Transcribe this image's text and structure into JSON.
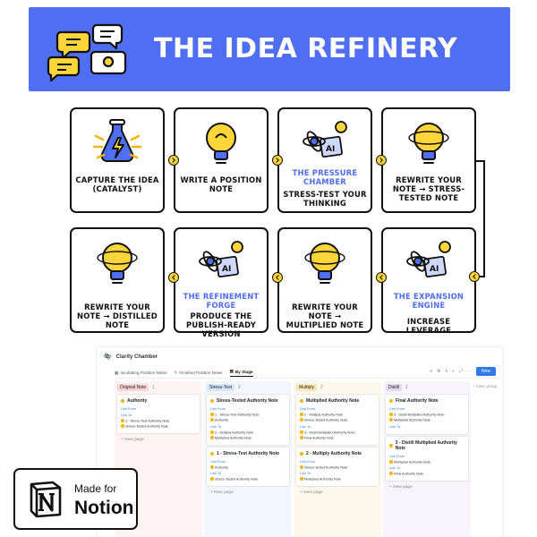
{
  "banner": {
    "title": "THE IDEA REFINERY"
  },
  "flow": {
    "row1": [
      {
        "title": "",
        "text": "CAPTURE THE IDEA (CATALYST)",
        "icon": "flask-icon"
      },
      {
        "title": "",
        "text": "WRITE A POSITION NOTE",
        "icon": "lightbulb-icon"
      },
      {
        "title": "THE PRESSURE CHAMBER",
        "text": "STRESS-TEST YOUR THINKING",
        "icon": "ai-chip-icon"
      },
      {
        "title": "",
        "text": "REWRITE YOUR NOTE → STRESS-TESTED NOTE",
        "icon": "lightbulb-icon"
      }
    ],
    "row2": [
      {
        "title": "",
        "text": "REWRITE YOUR NOTE → DISTILLED NOTE",
        "icon": "lightbulb-icon"
      },
      {
        "title": "THE REFINEMENT FORGE",
        "text": "PRODUCE THE PUBLISH-READY VERSION",
        "icon": "ai-chip-icon"
      },
      {
        "title": "",
        "text": "REWRITE YOUR NOTE → MULTIPLIED NOTE",
        "icon": "lightbulb-icon"
      },
      {
        "title": "THE EXPANSION ENGINE",
        "text": "INCREASE LEVERAGE",
        "icon": "ai-chip-icon"
      }
    ]
  },
  "app": {
    "title": "Clarity Chamber",
    "tabs": [
      "Incubating Position Notes",
      "Finished Position Notes",
      "By Stage"
    ],
    "new_label": "New",
    "new_group": "+ New group",
    "new_page": "+ New page",
    "columns": [
      {
        "tag": "Original Note",
        "count": "1",
        "tag_color": "#fbd5d5",
        "bg": "#fdf3f3",
        "cards": [
          {
            "title": "Authority",
            "sections": [
              {
                "label": "Link From",
                "items": []
              },
              {
                "label": "Link To",
                "items": [
                  "1 - Stress-Test Authority Note",
                  "Stress-Tested Authority Note"
                ]
              }
            ]
          }
        ]
      },
      {
        "tag": "Stress-Test",
        "count": "2",
        "tag_color": "#d6e6fb",
        "bg": "#f2f7fd",
        "cards": [
          {
            "title": "Stress-Tested Authority Note",
            "sections": [
              {
                "label": "Link From",
                "items": [
                  "1 - Stress-Test Authority Note",
                  "Authority"
                ]
              },
              {
                "label": "Link To",
                "items": [
                  "2 - Multiply Authority Note",
                  "Multiplied Authority Note"
                ]
              }
            ]
          },
          {
            "title": "1 - Stress-Test Authority Note",
            "sections": [
              {
                "label": "Link From",
                "items": [
                  "Authority"
                ]
              },
              {
                "label": "Link To",
                "items": [
                  "Stress-Tested Authority Note"
                ]
              }
            ]
          }
        ]
      },
      {
        "tag": "Multiply",
        "count": "2",
        "tag_color": "#fbe7b8",
        "bg": "#fdf8ec",
        "cards": [
          {
            "title": "Multiplied Authority Note",
            "sections": [
              {
                "label": "Link From",
                "items": [
                  "2 - Multiply Authority Note",
                  "Stress-Tested Authority Note"
                ]
              },
              {
                "label": "Link To",
                "items": [
                  "3 - Distill Multiplied Authority Note",
                  "Final Authority Note"
                ]
              }
            ]
          },
          {
            "title": "2 - Multiply Authority Note",
            "sections": [
              {
                "label": "Link From",
                "items": [
                  "Stress-Tested Authority Note"
                ]
              },
              {
                "label": "Link To",
                "items": [
                  "Multiplied Authority Note"
                ]
              }
            ]
          }
        ]
      },
      {
        "tag": "Distill",
        "count": "2",
        "tag_color": "#e6d9f5",
        "bg": "#f8f4fc",
        "cards": [
          {
            "title": "Final Authority Note",
            "sections": [
              {
                "label": "Link From",
                "items": [
                  "3 - Distill Multiplied Authority Note",
                  "Multiplied Authority Note"
                ]
              },
              {
                "label": "Link To",
                "items": []
              }
            ]
          },
          {
            "title": "3 - Distill Multiplied Authority Note",
            "sections": [
              {
                "label": "Link From",
                "items": [
                  "Multiplied Authority Note"
                ]
              },
              {
                "label": "Link To",
                "items": [
                  "Final Authority Note"
                ]
              }
            ]
          }
        ]
      }
    ]
  },
  "badge": {
    "made_for": "Made for",
    "notion": "Notion"
  }
}
